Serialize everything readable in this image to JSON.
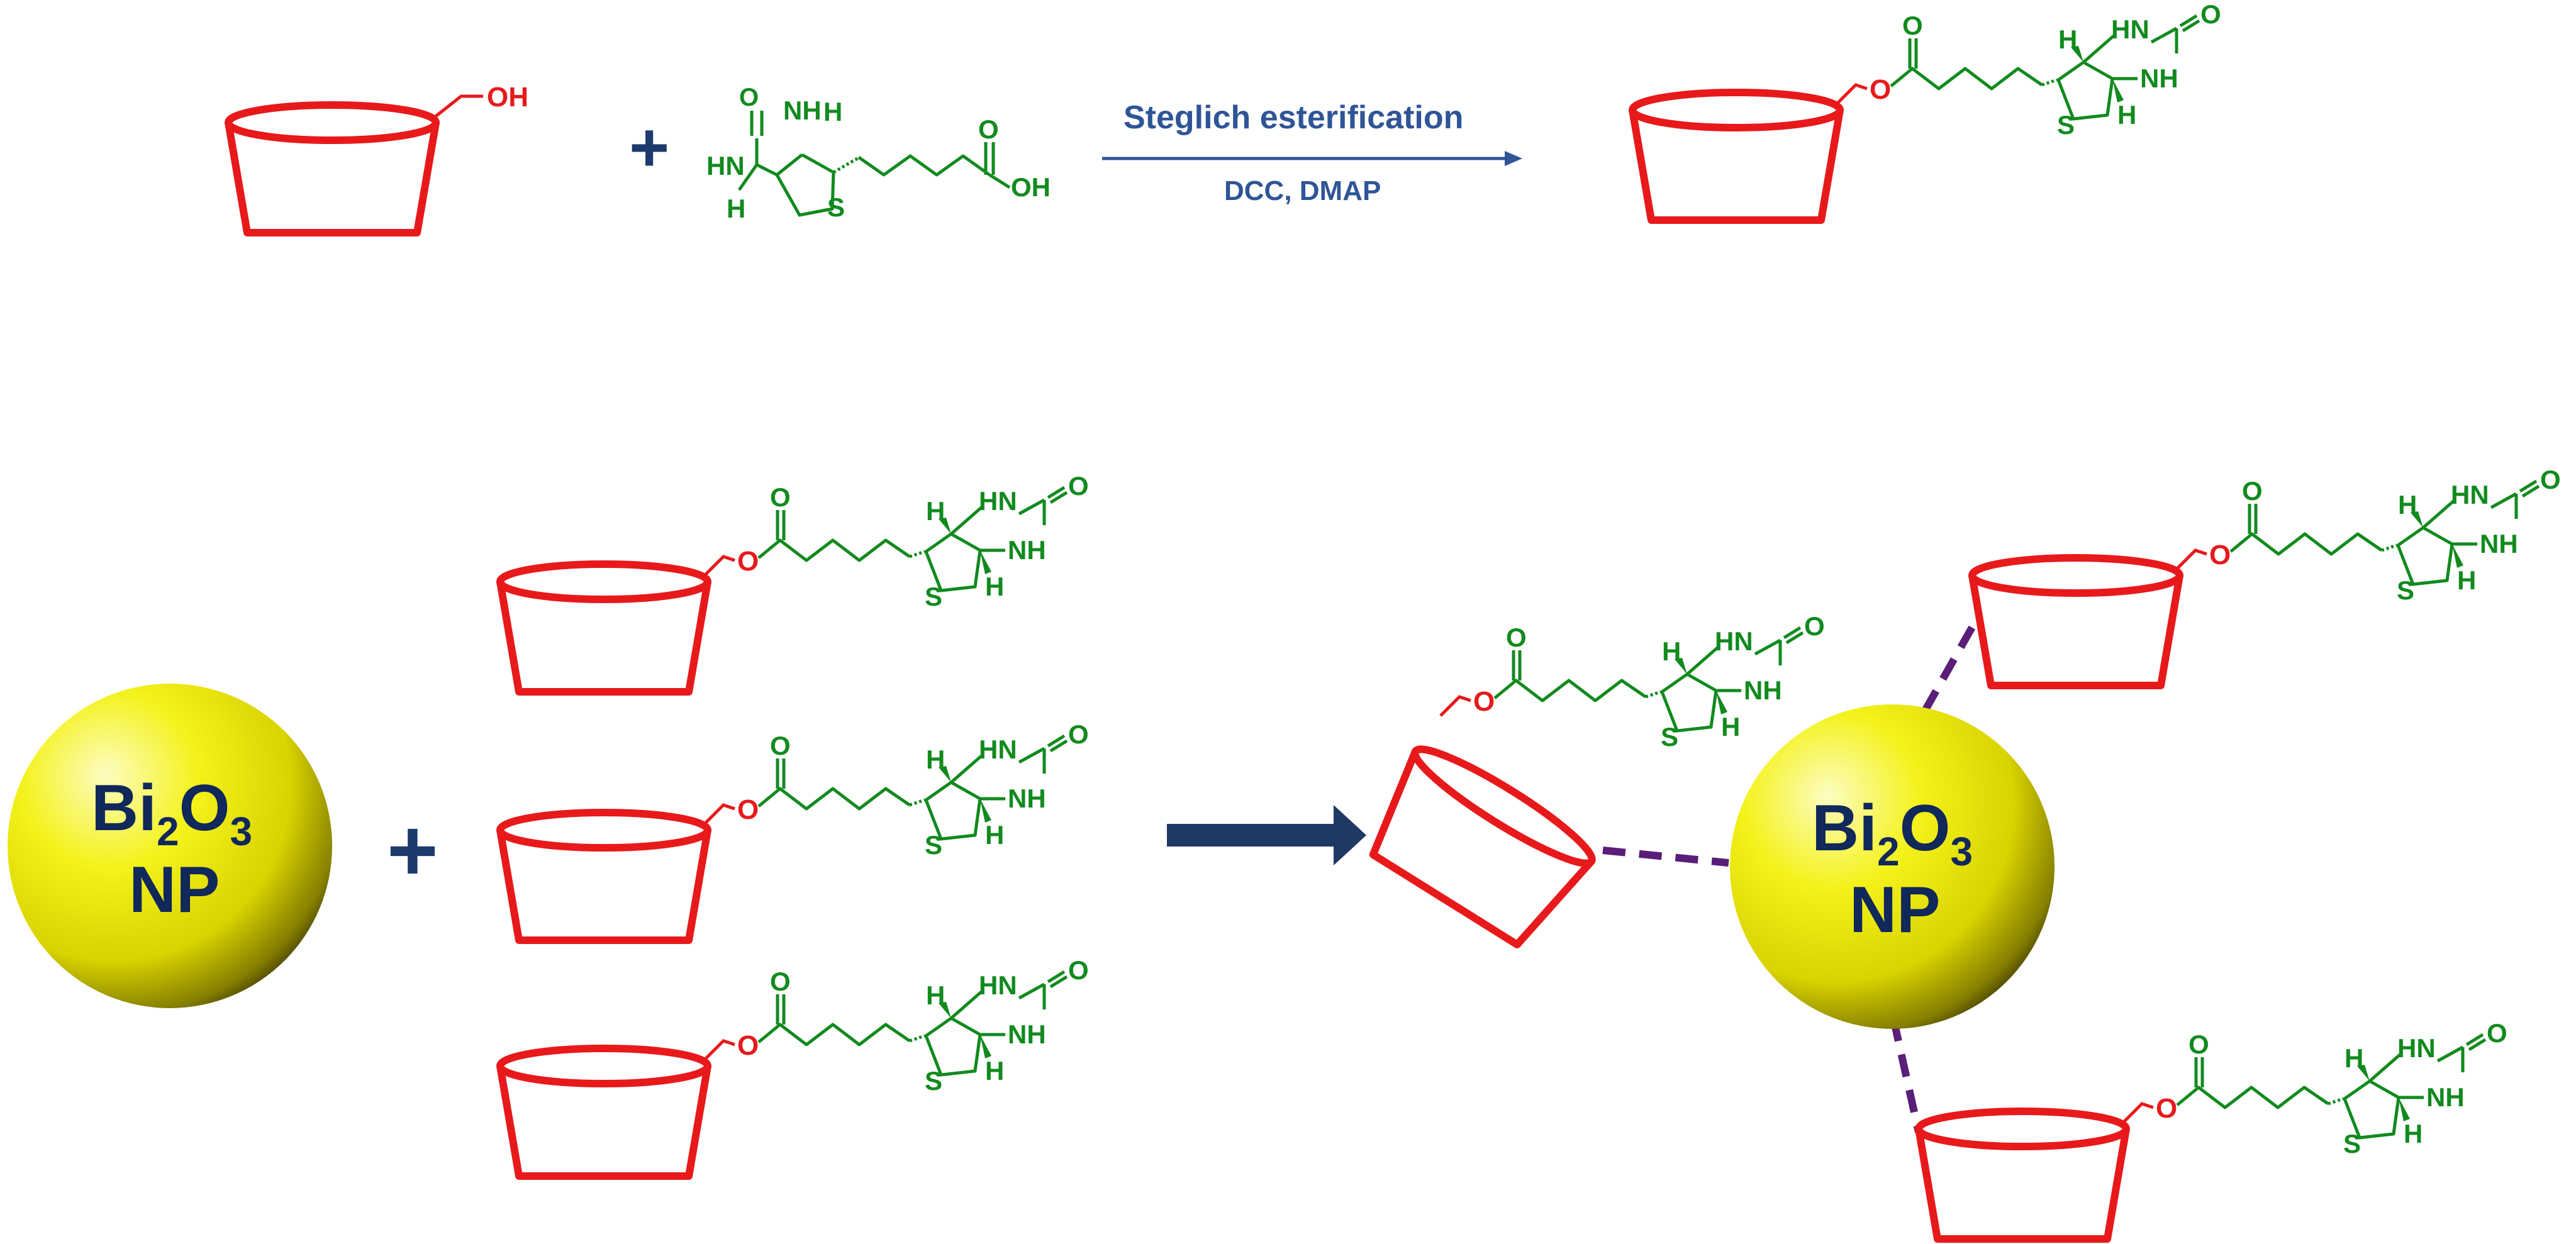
{
  "colors": {
    "cyclodextrin": "#e8191b",
    "biotin": "#118a1e",
    "reagent_text": "#2f5597",
    "plus": "#1c3a6b",
    "arrow_big": "#1f3864",
    "np_text": "#10285a",
    "linker": "#5a1d78",
    "np_light": "#fbfb9a",
    "np_mid": "#e8e400",
    "np_dark": "#2f2a00"
  },
  "reaction": {
    "title": "Steglich esterification",
    "conditions": "DCC, DMAP",
    "reactant_group": "OH"
  },
  "biotin_labels": {
    "carbonyl_o": "O",
    "ester_o": "O",
    "acid_oh": "OH",
    "amine_top": "HN",
    "amine_right": "NH",
    "amine_top_alt": "NH",
    "amine_left": "HN",
    "hydrogen": "H",
    "sulfur": "S"
  },
  "nanoparticle": {
    "line1_main": "Bi",
    "line1_sub1": "2",
    "line1_mid": "O",
    "line1_sub2": "3",
    "line2": "NP"
  },
  "plus_sign": "+"
}
